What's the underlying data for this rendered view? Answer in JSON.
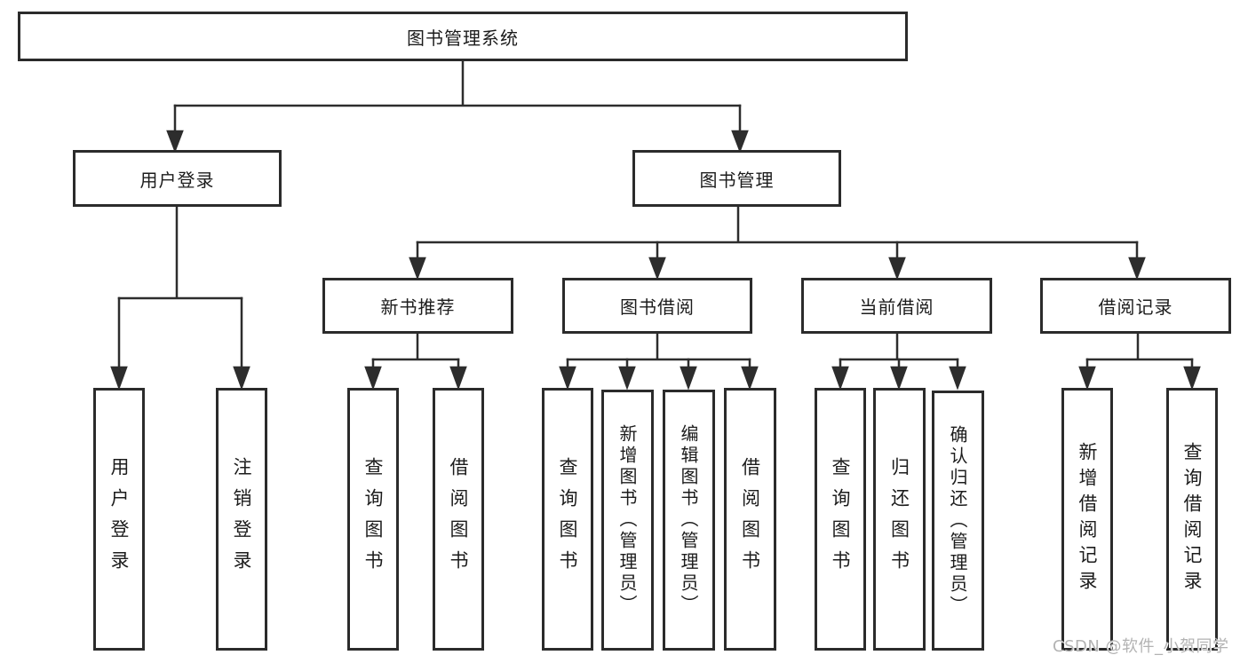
{
  "diagram": {
    "type": "functional-structure-tree",
    "watermark": "CSDN @软件_小贺同学",
    "colors": {
      "line": "#2d2d2d",
      "box_border": "#2b2b2b",
      "text": "#1c1c1c",
      "watermark": "#b3b3b3",
      "background": "#ffffff"
    },
    "nodes": {
      "root": {
        "label": "图书管理系统"
      },
      "user_login": {
        "label": "用户登录"
      },
      "book_management": {
        "label": "图书管理"
      },
      "new_book_recommend": {
        "label": "新书推荐"
      },
      "book_borrowing": {
        "label": "图书借阅"
      },
      "current_borrowing": {
        "label": "当前借阅"
      },
      "borrowing_records": {
        "label": "借阅记录"
      },
      "leaf_user_login": {
        "label": "用户登录"
      },
      "leaf_logout": {
        "label": "注销登录"
      },
      "leaf_nbr_query_books": {
        "label": "查询图书"
      },
      "leaf_nbr_borrow_books": {
        "label": "借阅图书"
      },
      "leaf_bb_query_books": {
        "label": "查询图书"
      },
      "leaf_bb_add_books": {
        "label": "新增图书（管理员）"
      },
      "leaf_bb_edit_books": {
        "label": "编辑图书（管理员）"
      },
      "leaf_bb_borrow_books": {
        "label": "借阅图书"
      },
      "leaf_cb_query_books": {
        "label": "查询图书"
      },
      "leaf_cb_return_books": {
        "label": "归还图书"
      },
      "leaf_cb_confirm_return": {
        "label": "确认归还（管理员）"
      },
      "leaf_br_add_record": {
        "label": "新增借阅记录"
      },
      "leaf_br_query_record": {
        "label": "查询借阅记录"
      }
    },
    "edges": [
      "root->user_login",
      "root->book_management",
      "user_login->leaf_user_login",
      "user_login->leaf_logout",
      "book_management->new_book_recommend",
      "book_management->book_borrowing",
      "book_management->current_borrowing",
      "book_management->borrowing_records",
      "new_book_recommend->leaf_nbr_query_books",
      "new_book_recommend->leaf_nbr_borrow_books",
      "book_borrowing->leaf_bb_query_books",
      "book_borrowing->leaf_bb_add_books",
      "book_borrowing->leaf_bb_edit_books",
      "book_borrowing->leaf_bb_borrow_books",
      "current_borrowing->leaf_cb_query_books",
      "current_borrowing->leaf_cb_return_books",
      "current_borrowing->leaf_cb_confirm_return",
      "borrowing_records->leaf_br_add_record",
      "borrowing_records->leaf_br_query_record"
    ]
  }
}
